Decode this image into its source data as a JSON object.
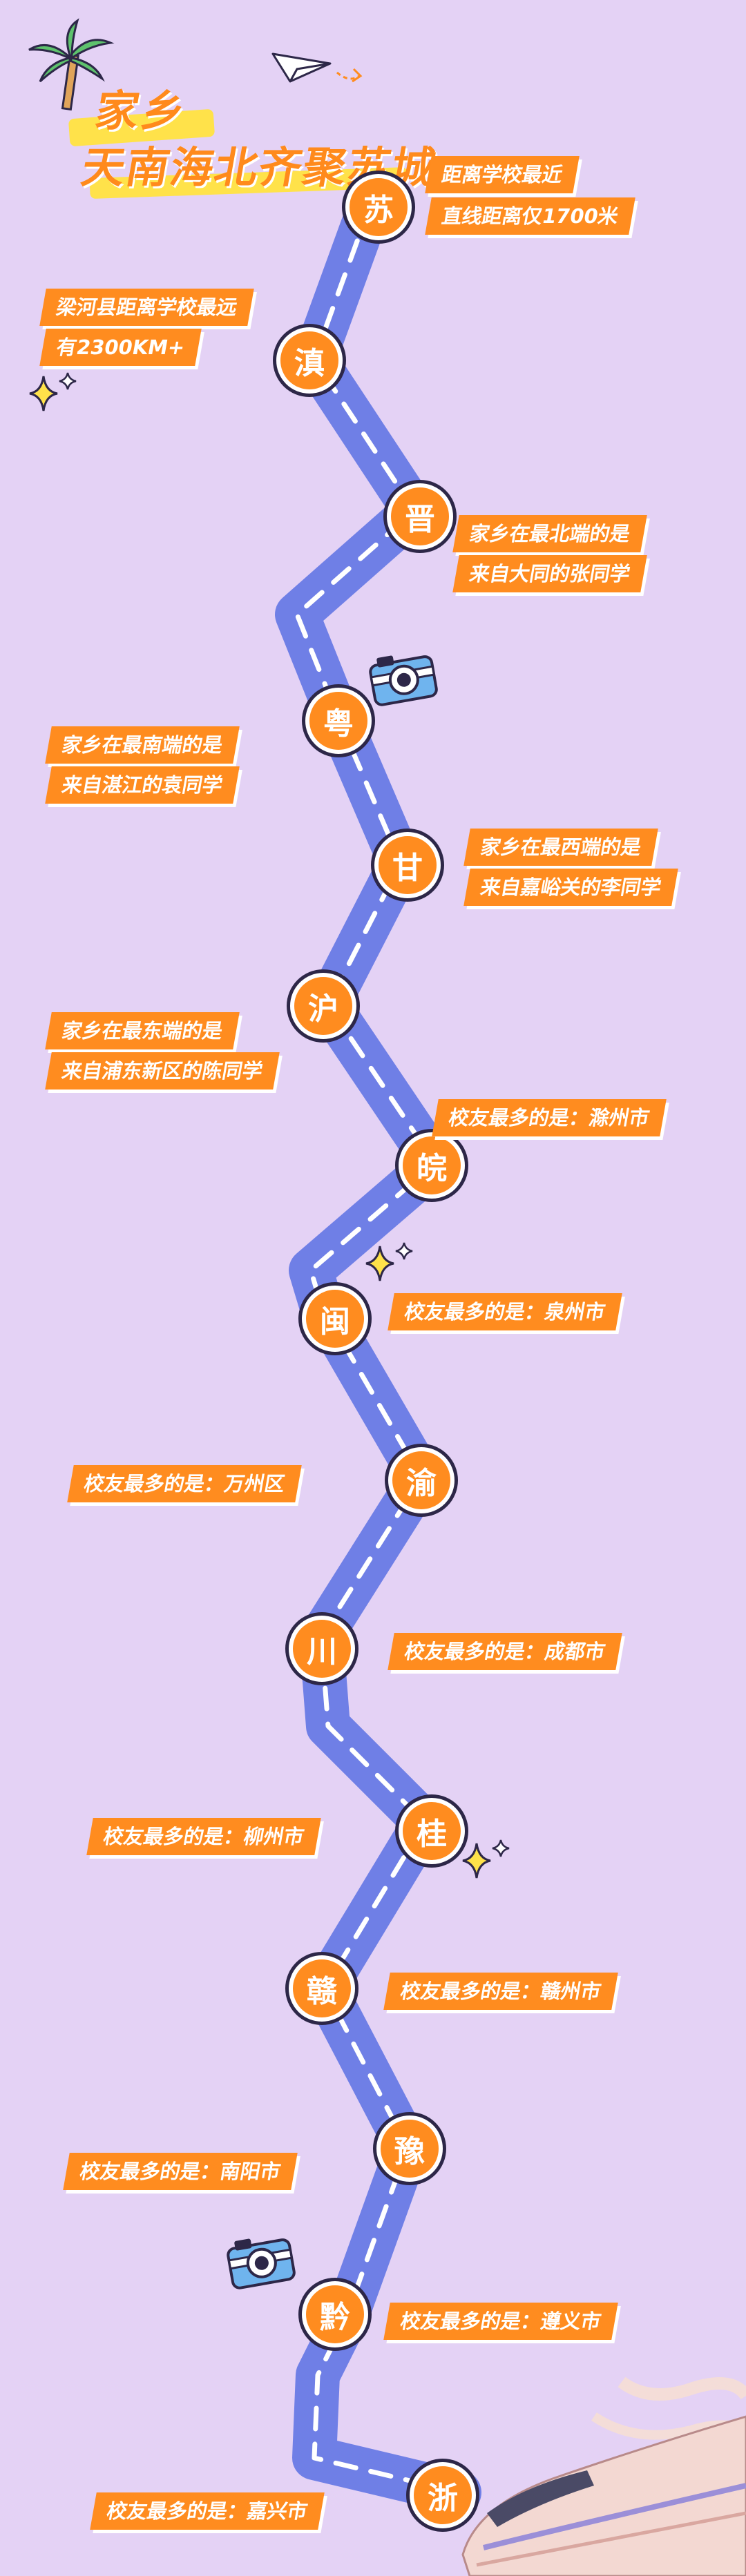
{
  "title": {
    "line1": "家乡",
    "line2": "天南海北齐聚苏城"
  },
  "colors": {
    "background": "#e4d2f5",
    "road": "#6f7fe6",
    "accent": "#ff8c1f",
    "outline": "#2d2748",
    "highlight": "#ffe24a"
  },
  "stops": [
    {
      "char": "苏",
      "lines": [
        "距离学校最近",
        "直线距离仅1700米"
      ]
    },
    {
      "char": "滇",
      "lines": [
        "梁河县距离学校最远",
        "有2300KM+"
      ]
    },
    {
      "char": "晋",
      "lines": [
        "家乡在最北端的是",
        "来自大同的张同学"
      ]
    },
    {
      "char": "粤",
      "lines": [
        "家乡在最南端的是",
        "来自湛江的袁同学"
      ]
    },
    {
      "char": "甘",
      "lines": [
        "家乡在最西端的是",
        "来自嘉峪关的李同学"
      ]
    },
    {
      "char": "沪",
      "lines": [
        "家乡在最东端的是",
        "来自浦东新区的陈同学"
      ]
    },
    {
      "char": "皖",
      "lines": [
        "校友最多的是：滁州市"
      ]
    },
    {
      "char": "闽",
      "lines": [
        "校友最多的是：泉州市"
      ]
    },
    {
      "char": "渝",
      "lines": [
        "校友最多的是：万州区"
      ]
    },
    {
      "char": "川",
      "lines": [
        "校友最多的是：成都市"
      ]
    },
    {
      "char": "桂",
      "lines": [
        "校友最多的是：柳州市"
      ]
    },
    {
      "char": "赣",
      "lines": [
        "校友最多的是：赣州市"
      ]
    },
    {
      "char": "豫",
      "lines": [
        "校友最多的是：南阳市"
      ]
    },
    {
      "char": "黔",
      "lines": [
        "校友最多的是：遵义市"
      ]
    },
    {
      "char": "浙",
      "lines": [
        "校友最多的是：嘉兴市"
      ]
    }
  ],
  "icons": [
    "palm-tree-icon",
    "paper-plane-icon",
    "camera-icon",
    "sparkle-icon",
    "high-speed-train-icon"
  ]
}
